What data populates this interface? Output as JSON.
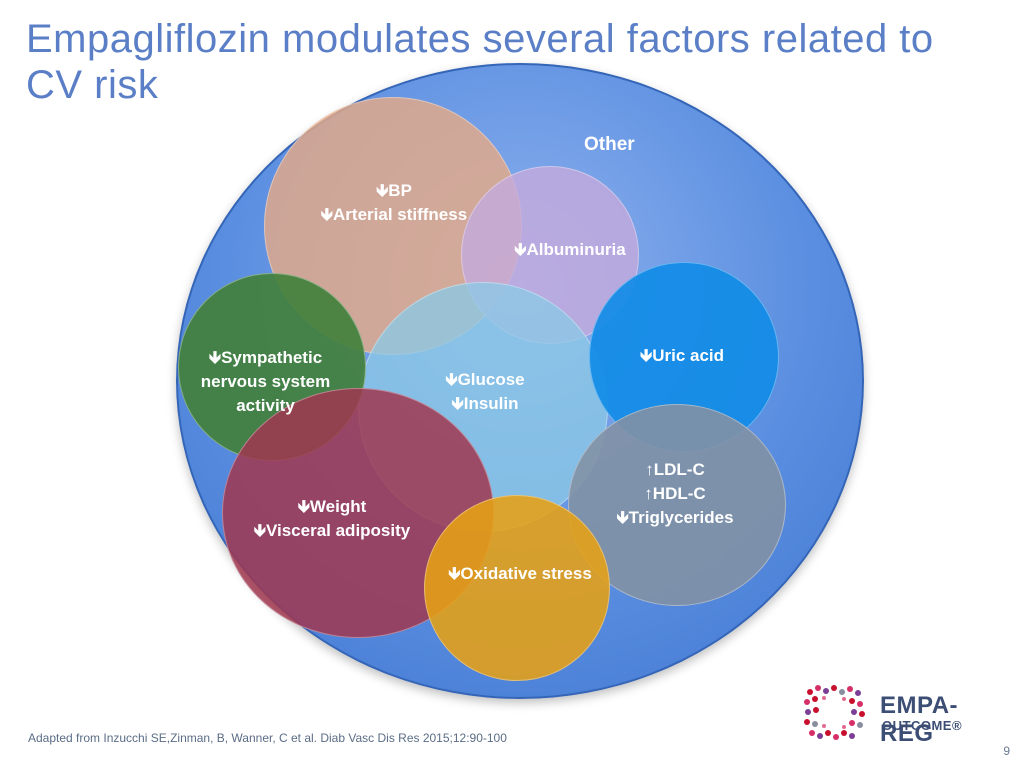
{
  "title": "Empagliflozin modulates several factors related to CV risk",
  "diagram": {
    "outer_label": "Other",
    "bubbles": {
      "bp": {
        "line1": "BP",
        "line2": "Arterial stiffness"
      },
      "albuminuria": {
        "line1": "Albuminuria"
      },
      "glucose": {
        "line1": "Glucose",
        "line2": "Insulin"
      },
      "uric": {
        "line1": "Uric acid"
      },
      "sympathetic": {
        "line1": "Sympathetic",
        "line2": "nervous system",
        "line3": "activity"
      },
      "weight": {
        "line1": "Weight",
        "line2": "Visceral adiposity"
      },
      "lipids": {
        "line1": "LDL-C",
        "line2": "HDL-C",
        "line3": "Triglycerides"
      },
      "oxidative": {
        "line1": "Oxidative stress"
      }
    },
    "arrows": {
      "down": "🡻",
      "up": "↑"
    }
  },
  "footer": {
    "citation": "Adapted from Inzucchi SE,Zinman, B, Wanner, C et al. Diab Vasc Dis Res 2015;12:90-100",
    "page_number": "9"
  },
  "logo": {
    "line1": "EMPA-REG",
    "line2": "OUTCOME®"
  },
  "colors": {
    "title": "#5b7fc7",
    "outer_circle": "#5a8ee0",
    "bp": "#e4aa87",
    "albuminuria": "#c4aadc",
    "glucose": "#8cc8e6",
    "uric": "#128ce6",
    "sympathetic": "#42803c",
    "weight": "#a03750",
    "lipids": "#8291a5",
    "oxidative": "#e6a014"
  }
}
